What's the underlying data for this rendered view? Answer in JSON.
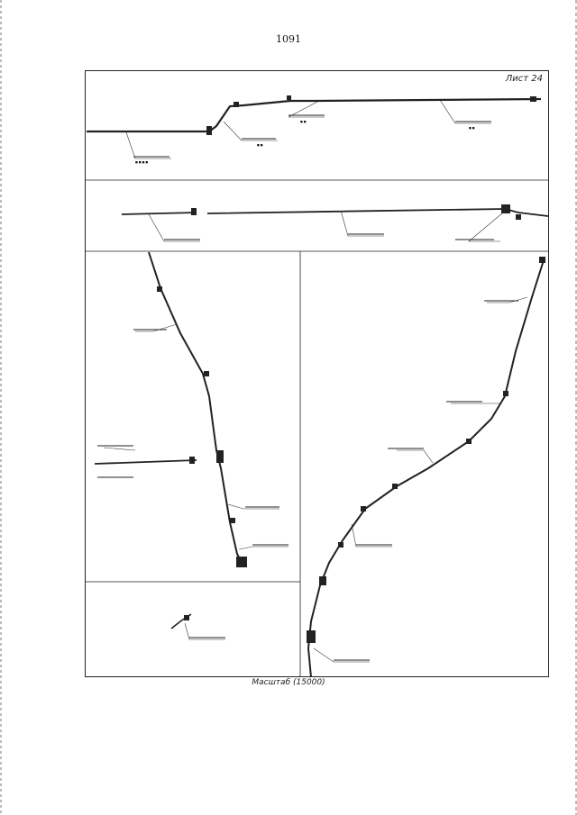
{
  "page": {
    "number": "1091"
  },
  "sheet": {
    "label": "Лист 24"
  },
  "footer": {
    "scale": "Масштаб (15000)"
  }
}
